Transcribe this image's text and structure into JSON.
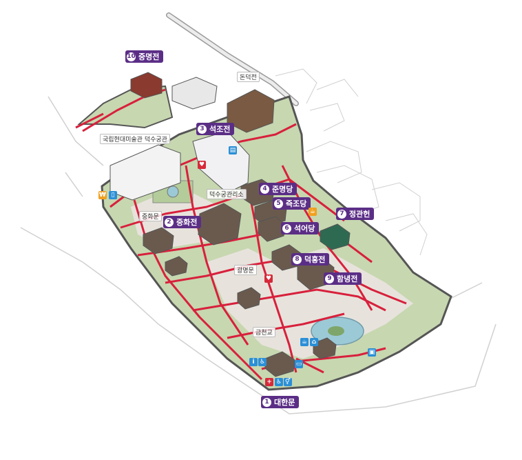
{
  "colors": {
    "path": "#d8203c",
    "lawn": "#c7d7b0",
    "wall": "#555555",
    "tag": "#5b2e86",
    "water": "#9cc9d6",
    "info": "#2b8fd6"
  },
  "labels": {
    "daehanmun": {
      "num": "1",
      "text": "대한문"
    },
    "junghwajeon": {
      "num": "2",
      "text": "중화전"
    },
    "seokjojeon": {
      "num": "3",
      "text": "석조전"
    },
    "junmyeongdang": {
      "num": "4",
      "text": "준명당"
    },
    "jeukjodang": {
      "num": "5",
      "text": "즉조당"
    },
    "seogeodang": {
      "num": "6",
      "text": "석어당"
    },
    "jeonggwanheon": {
      "num": "7",
      "text": "정관헌"
    },
    "deokhongjeon": {
      "num": "8",
      "text": "덕홍전"
    },
    "hamnyeongjeon": {
      "num": "9",
      "text": "함녕전"
    },
    "jungmyeongjeon": {
      "num": "10",
      "text": "중명전"
    }
  },
  "minor": {
    "dondeokjeon": "돈덕전",
    "museum": "국립현대미술관 덕수궁관",
    "office": "덕수궁관리소",
    "junghwamun": "중화문",
    "gwangmyeongmun": "광명문",
    "geumcheongyo": "금천교"
  },
  "icons": [
    "info-icon",
    "restroom-icon",
    "accessible-icon",
    "first-aid-icon",
    "cafe-icon",
    "shop-icon",
    "bus-icon",
    "locker-icon"
  ]
}
